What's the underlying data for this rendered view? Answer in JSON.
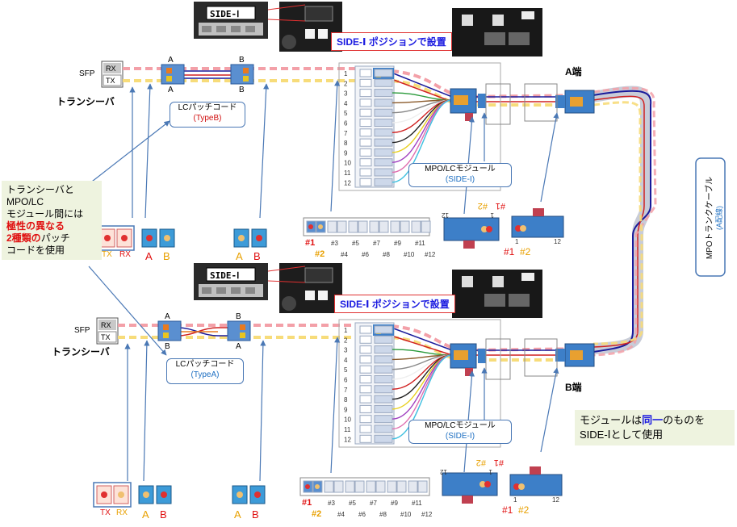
{
  "top_system": {
    "sfp": "SFP",
    "rx": "RX",
    "tx": "TX",
    "transceiver": "トランシーバ",
    "lc_label_a": "A",
    "lc_label_b": "B",
    "lc_far_a": "A",
    "lc_far_b": "B",
    "patch_cord_title": "LCパッチコード",
    "patch_cord_type": "(TypeB)",
    "banner": "SIDE-Ⅰ ポジションで設置",
    "side_label": "SIDE-Ⅰ",
    "module_title": "MPO/LCモジュール",
    "module_side": "(SIDE-Ⅰ)",
    "end_label": "A端",
    "conn_labels": [
      "TX",
      "RX",
      "A",
      "B",
      "A",
      "B"
    ],
    "ports": [
      "1",
      "2",
      "3",
      "4",
      "5",
      "6",
      "7",
      "8",
      "9",
      "10",
      "11",
      "12"
    ],
    "bottom_ports_row1": [
      "#1",
      "#3",
      "#5",
      "#7",
      "#9",
      "#11"
    ],
    "bottom_ports_row2": [
      "#2",
      "#4",
      "#6",
      "#8",
      "#10",
      "#12"
    ],
    "mpo_flip": [
      "#1",
      "#2"
    ],
    "mpo_flip_nums": [
      "12",
      "1"
    ],
    "mpo_right": [
      "#1",
      "#2"
    ],
    "mpo_right_nums": [
      "1",
      "12"
    ]
  },
  "bottom_system": {
    "sfp": "SFP",
    "rx": "RX",
    "tx": "TX",
    "transceiver": "トランシーバ",
    "lc_label_a": "A",
    "lc_label_b": "B",
    "lc_far_b": "B",
    "lc_far_a": "A",
    "patch_cord_title": "LCパッチコード",
    "patch_cord_type": "(TypeA)",
    "banner": "SIDE-Ⅰ ポジションで設置",
    "side_label": "SIDE-Ⅰ",
    "module_title": "MPO/LCモジュール",
    "module_side": "(SIDE-Ⅰ)",
    "end_label": "B端",
    "conn_labels": [
      "TX",
      "RX",
      "A",
      "B",
      "A",
      "B"
    ],
    "ports": [
      "1",
      "2",
      "3",
      "4",
      "5",
      "6",
      "7",
      "8",
      "9",
      "10",
      "11",
      "12"
    ],
    "bottom_ports_row1": [
      "#1",
      "#3",
      "#5",
      "#7",
      "#9",
      "#11"
    ],
    "bottom_ports_row2": [
      "#2",
      "#4",
      "#6",
      "#8",
      "#10",
      "#12"
    ],
    "mpo_flip": [
      "#1",
      "#2"
    ],
    "mpo_flip_nums": [
      "12",
      "1"
    ],
    "mpo_right": [
      "#1",
      "#2"
    ],
    "mpo_right_nums": [
      "1",
      "12"
    ]
  },
  "trunk": {
    "title": "MPOトランクケーブル",
    "sub": "(A配線)"
  },
  "left_note": {
    "line1": "トランシーバと",
    "line2": "MPO/LC",
    "line3": "モジュール間には",
    "line4_red": "極性の異なる",
    "line5_red": "2種類の",
    "line5_rest": "パッチ",
    "line6": "コードを使用"
  },
  "right_note": {
    "pre": "モジュールは",
    "blue": "同一",
    "post": "のものを",
    "line2": "SIDE-Ⅰとして使用"
  },
  "colors": {
    "fiber_pink": "#f3a0a8",
    "fiber_yellow": "#f7dc7a",
    "fiber_navy": "#1a1a9a",
    "module_blue": "#3d7fc8",
    "callout_border": "#4a78b5",
    "accent_red": "#e01010"
  }
}
